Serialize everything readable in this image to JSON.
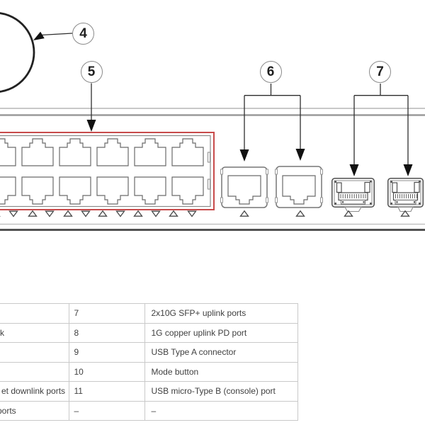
{
  "figure": {
    "highlight_color": "#c84b4b",
    "callouts": [
      {
        "number": "4"
      },
      {
        "number": "5"
      },
      {
        "number": "6"
      },
      {
        "number": "7"
      }
    ]
  },
  "table": {
    "rows": [
      {
        "left_fragment": "",
        "number": "7",
        "description": "2x10G SFP+ uplink ports"
      },
      {
        "left_fragment": "k",
        "number": "8",
        "description": "1G copper uplink PD port"
      },
      {
        "left_fragment": "",
        "number": "9",
        "description": "USB Type A connector"
      },
      {
        "left_fragment": "",
        "number": "10",
        "description": "Mode button"
      },
      {
        "left_fragment": "et downlink ports",
        "number": "11",
        "description": "USB micro-Type B (console) port"
      },
      {
        "left_fragment": "ports",
        "number": "–",
        "description": "–"
      }
    ]
  }
}
